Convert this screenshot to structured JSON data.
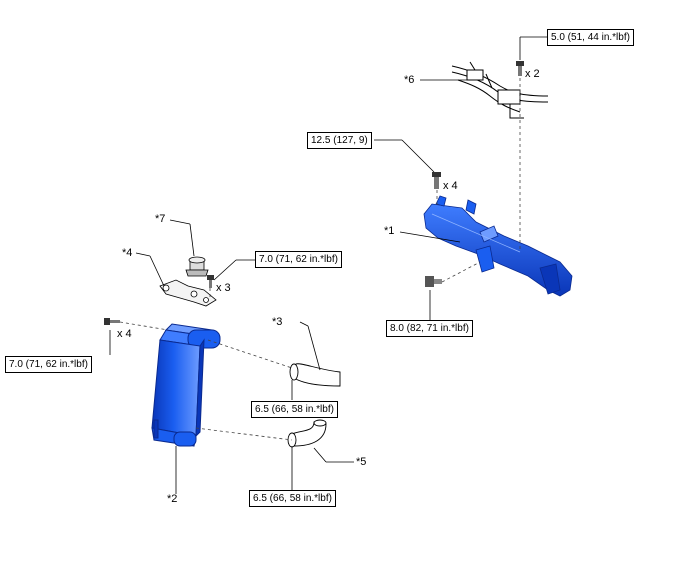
{
  "torque_specs": {
    "t1": "5.0 (51, 44 in.*lbf)",
    "t2": "12.5 (127, 9)",
    "t3": "7.0 (71, 62 in.*lbf)",
    "t4": "8.0 (82, 71 in.*lbf)",
    "t5": "7.0 (71, 62 in.*lbf)",
    "t6": "6.5 (66, 58 in.*lbf)",
    "t7": "6.5 (66, 58 in.*lbf)"
  },
  "callouts": {
    "p1": "*1",
    "p2": "*2",
    "p3": "*3",
    "p4": "*4",
    "p5": "*5",
    "p6": "*6",
    "p7": "*7"
  },
  "quantities": {
    "q1": "x 2",
    "q2": "x 4",
    "q3": "x 3",
    "q4": "x 4"
  },
  "colors": {
    "part_blue": "#1a5ef0",
    "part_blue_dark": "#0a36b8",
    "part_blue_light": "#6e9cff",
    "line": "#000000",
    "leader_dashed": "#555555"
  },
  "icons": {
    "bolt": "bolt-icon",
    "clip": "clip-icon"
  }
}
